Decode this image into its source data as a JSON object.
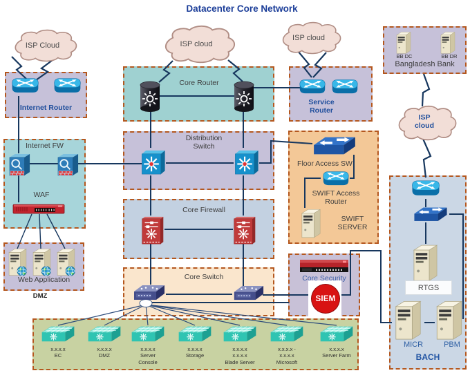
{
  "title": "Datacenter Core Network",
  "clouds": {
    "isp1": "ISP Cloud",
    "isp2": "ISP cloud",
    "isp3": "ISP cloud",
    "isp4_line1": "ISP",
    "isp4_line2": "cloud"
  },
  "zones": {
    "internet_router": {
      "label": "Internet Router"
    },
    "core_router": {
      "label": "Core Router"
    },
    "service_router": {
      "line1": "Service",
      "line2": "Router"
    },
    "bangladesh_bank": {
      "label": "Bangladesh Bank",
      "server1": "BB DC",
      "server2": "BB DR"
    },
    "internet_fw": {
      "label": "Internet FW",
      "waf_label": "WAF"
    },
    "web_application": {
      "label": "Web Application",
      "dmz_label": "DMZ"
    },
    "distribution_switch": {
      "line1": "Distribution",
      "line2": "Switch"
    },
    "core_firewall": {
      "label": "Core Firewall"
    },
    "core_switch": {
      "label": "Core Switch"
    },
    "floor_access": {
      "label": "Floor Access SW",
      "swift_router_line1": "SWIFT Access",
      "swift_router_line2": "Router",
      "swift_server_line1": "SWIFT",
      "swift_server_line2": "SERVER"
    },
    "core_security": {
      "label": "Core Security",
      "siem_label": "SIEM"
    },
    "server_farm": {
      "switches": [
        {
          "l1": "x.x.x.x",
          "l2": "EC",
          "l3": ""
        },
        {
          "l1": "x.x.x.x",
          "l2": "DMZ",
          "l3": ""
        },
        {
          "l1": "x.x.x.x",
          "l2": "Server",
          "l3": "Console"
        },
        {
          "l1": "x.x.x.x",
          "l2": "Storage",
          "l3": ""
        },
        {
          "l1": "x.x.x.x",
          "l2": "x.x.x.x",
          "l3": "Blade Server"
        },
        {
          "l1": "x.x.x.x -",
          "l2": "x.x.x.x",
          "l3": "Microsoft"
        },
        {
          "l1": "x.x.x.x",
          "l2": "Server Farm",
          "l3": ""
        }
      ]
    },
    "bach": {
      "label": "BACH",
      "rtgs": "RTGS",
      "micr": "MICR",
      "pbm": "PBM"
    }
  },
  "icons": {
    "router": "cyan-cisco-router-icon",
    "core_router": "black-cylinder-router-icon",
    "internet_firewall": "blue-firewall-brick-icon",
    "core_firewall": "red-firewall-icon",
    "distribution_switch": "multilayer-switch-icon",
    "core_switch": "dark-flat-switch-icon",
    "access_switch": "blue-arrow-switch-icon",
    "farm_switch": "teal-workgroup-switch-icon",
    "server": "tower-server-icon",
    "web_server": "tower-server-globe-icon",
    "waf": "red-appliance-icon",
    "security_appliance": "dark-red-appliance-icon",
    "siem": "red-circle-badge"
  },
  "colors": {
    "zone_border": "#b4571e",
    "wire": "#17375e",
    "title": "#1c3e99",
    "label_blue": "#1f4e9c",
    "cloud_fill": "#f2ded7",
    "cloud_stroke": "#b08d84",
    "zone_lavender": "#c6c1d9",
    "zone_teal": "#9fd1d1",
    "zone_fw": "#a7d5da",
    "zone_blue": "#c3d1e1",
    "zone_cream": "#fae6cd",
    "zone_peach": "#f3c897",
    "zone_green": "#c8d2a2",
    "zone_bach": "#cbd7e5",
    "zone_security": "#c8c1d7",
    "siem_red": "#d81313"
  }
}
